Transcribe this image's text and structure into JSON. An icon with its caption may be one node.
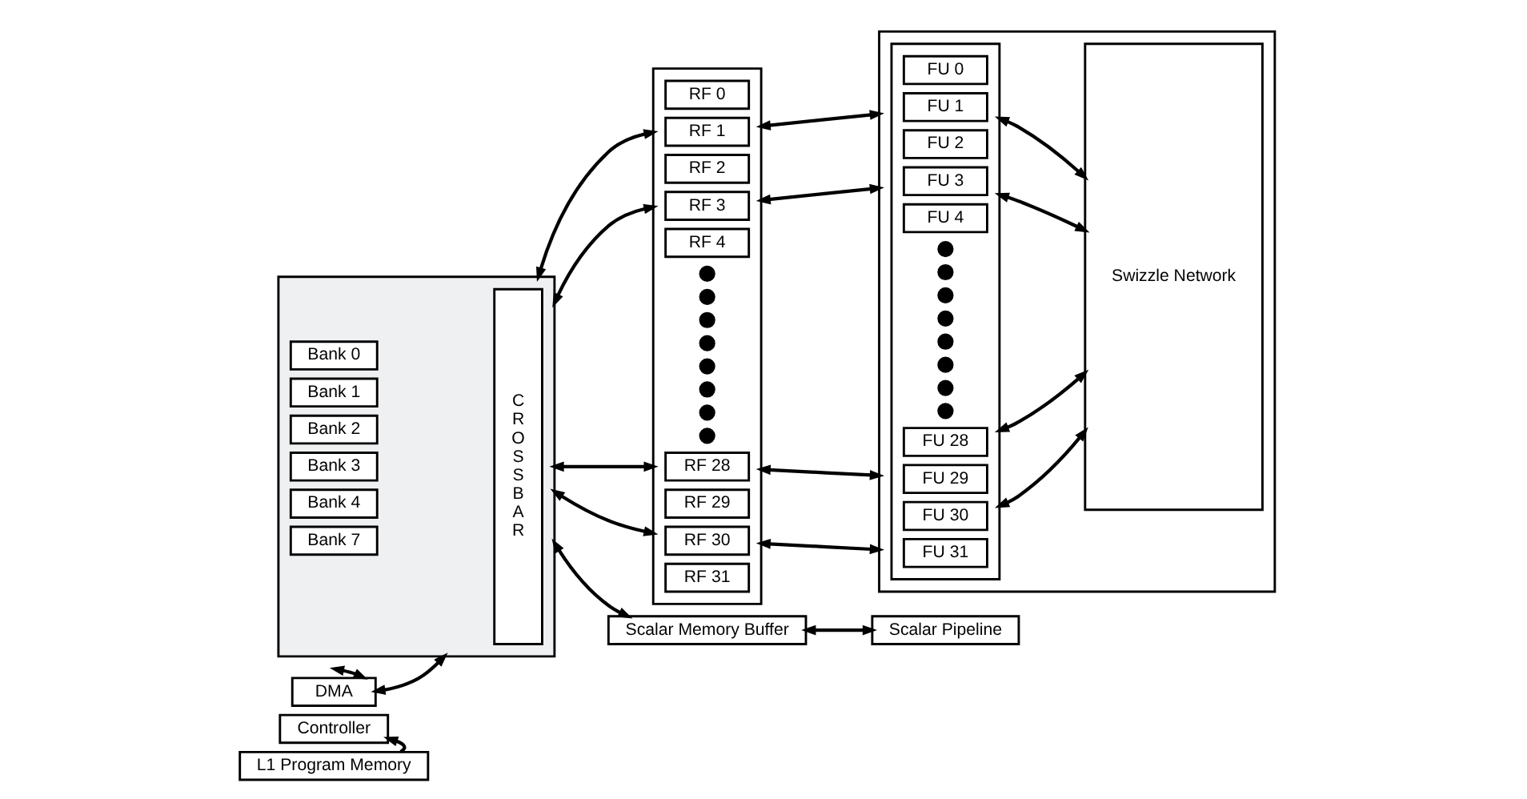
{
  "diagram": {
    "nodes": [
      {
        "text": [
          "L1 Program Memory"
        ]
      },
      {
        "text": [
          "Controller"
        ]
      },
      {
        "text": [
          "DMA"
        ]
      },
      {
        "text": [],
        "shape": "box"
      },
      {
        "text": [
          "Bank 0"
        ],
        "in": 3
      },
      {
        "text": [
          "Bank 1"
        ],
        "in": 3
      },
      {
        "text": [
          "Bank 2"
        ],
        "in": 3
      },
      {
        "text": [
          "Bank 3"
        ],
        "in": 3
      },
      {
        "text": [
          "Bank 4"
        ],
        "in": 3
      },
      {
        "text": [
          "Bank 7"
        ],
        "in": 3
      },
      {
        "text": [
          "CROSSBAR"
        ],
        "in": 3
      },
      {
        "text": [],
        "shape": "box"
      },
      {
        "text": [
          "RF 0"
        ],
        "in": 11
      },
      {
        "text": [
          "RF 1"
        ],
        "in": 11
      },
      {
        "text": [
          "RF 2"
        ],
        "in": 11
      },
      {
        "text": [
          "RF 3"
        ],
        "in": 11
      },
      {
        "text": [
          "RF 4"
        ],
        "in": 11
      },
      {
        "text": [],
        "shape": "circle",
        "in": 11
      },
      {
        "text": [],
        "shape": "circle",
        "in": 11
      },
      {
        "text": [],
        "shape": "circle",
        "in": 11
      },
      {
        "text": [],
        "shape": "circle",
        "in": 11
      },
      {
        "text": [],
        "shape": "circle",
        "in": 11
      },
      {
        "text": [],
        "shape": "circle",
        "in": 11
      },
      {
        "text": [],
        "shape": "circle",
        "in": 11
      },
      {
        "text": [],
        "shape": "circle",
        "in": 11
      },
      {
        "text": [
          "RF 28"
        ],
        "in": 11
      },
      {
        "text": [
          "RF 29"
        ],
        "in": 11
      },
      {
        "text": [
          "RF 30"
        ],
        "in": 11
      },
      {
        "text": [
          "RF 31"
        ],
        "in": 11
      },
      {
        "text": [],
        "shape": "box"
      },
      {
        "text": [],
        "shape": "box",
        "in": 29
      },
      {
        "text": [
          "FU 0"
        ],
        "in": 30
      },
      {
        "text": [
          "FU 1"
        ],
        "in": 30
      },
      {
        "text": [
          "FU 2"
        ],
        "in": 30
      },
      {
        "text": [
          "FU 3"
        ],
        "in": 30
      },
      {
        "text": [
          "FU 4"
        ],
        "in": 30
      },
      {
        "text": [],
        "shape": "circle",
        "in": 30
      },
      {
        "text": [],
        "shape": "circle",
        "in": 30
      },
      {
        "text": [],
        "shape": "circle",
        "in": 30
      },
      {
        "text": [],
        "shape": "circle",
        "in": 30
      },
      {
        "text": [],
        "shape": "circle",
        "in": 30
      },
      {
        "text": [],
        "shape": "circle",
        "in": 30
      },
      {
        "text": [],
        "shape": "circle",
        "in": 30
      },
      {
        "text": [],
        "shape": "circle",
        "in": 30
      },
      {
        "text": [
          "FU 28"
        ],
        "in": 30
      },
      {
        "text": [
          "FU 29"
        ],
        "in": 30
      },
      {
        "text": [
          "FU 30"
        ],
        "in": 30
      },
      {
        "text": [
          "FU 31"
        ],
        "in": 30
      },
      {
        "text": [
          "Swizzle Network"
        ],
        "in": 29
      },
      {
        "text": [
          "Scalar Memory Buffer"
        ]
      },
      {
        "text": [
          "Scalar Pipeline"
        ]
      }
    ],
    "edges": [
      {
        "from": 0,
        "to": 1,
        "arrow": "to"
      },
      {
        "from": 2,
        "to": 3,
        "arrow": "both"
      },
      {
        "from": 2,
        "to": null,
        "arrow": "both"
      },
      {
        "from": 3,
        "to": 11,
        "arrow": "both"
      },
      {
        "from": 3,
        "to": 11,
        "arrow": "both"
      },
      {
        "from": 3,
        "to": 11,
        "arrow": "both"
      },
      {
        "from": 3,
        "to": 11,
        "arrow": "both"
      },
      {
        "from": 11,
        "to": 29,
        "arrow": "both"
      },
      {
        "from": 11,
        "to": 29,
        "arrow": "both"
      },
      {
        "from": 11,
        "to": 29,
        "arrow": "both"
      },
      {
        "from": 11,
        "to": 29,
        "arrow": "both"
      },
      {
        "from": 30,
        "to": 48,
        "arrow": "both"
      },
      {
        "from": 30,
        "to": 48,
        "arrow": "both"
      },
      {
        "from": 30,
        "to": 48,
        "arrow": "both"
      },
      {
        "from": 30,
        "to": 48,
        "arrow": "both"
      },
      {
        "from": 3,
        "to": 49,
        "arrow": "both"
      },
      {
        "from": 49,
        "to": 50,
        "arrow": "both"
      }
    ]
  }
}
